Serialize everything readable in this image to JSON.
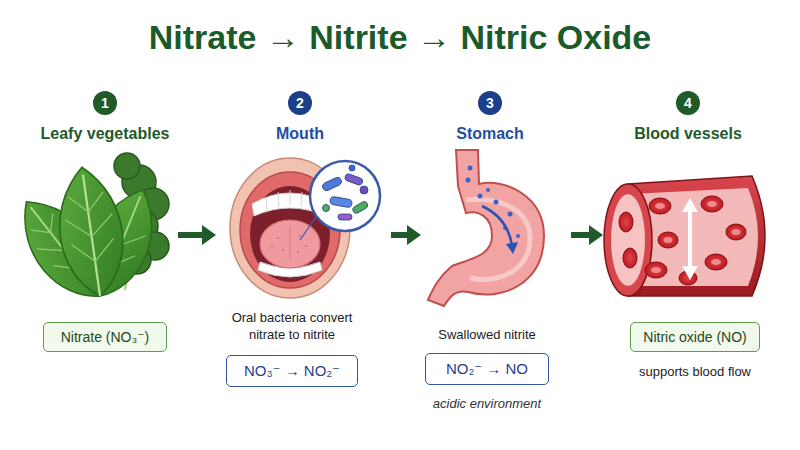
{
  "diagram": {
    "title": "Nitrate → Nitrite → Nitric Oxide",
    "nodes": [
      {
        "text": [
          "1"
        ]
      },
      {
        "text": [
          "2"
        ]
      },
      {
        "text": [
          "3"
        ]
      },
      {
        "text": [
          "4"
        ]
      },
      {
        "text": [
          "Nitrate (NO₃⁻)"
        ]
      },
      {
        "text": [
          "NO₃⁻ → NO₂⁻"
        ]
      },
      {
        "text": [
          "NO₂⁻ → NO"
        ]
      },
      {
        "text": [
          "Nitric oxide (NO)"
        ]
      }
    ],
    "labels": [
      "Leafy vegetables",
      "Mouth",
      "Stomach",
      "Blood vessels",
      "Oral bacteria convert nitrate to nitrite",
      "Swallowed nitrite",
      "acidic environment",
      "supports blood flow"
    ]
  }
}
